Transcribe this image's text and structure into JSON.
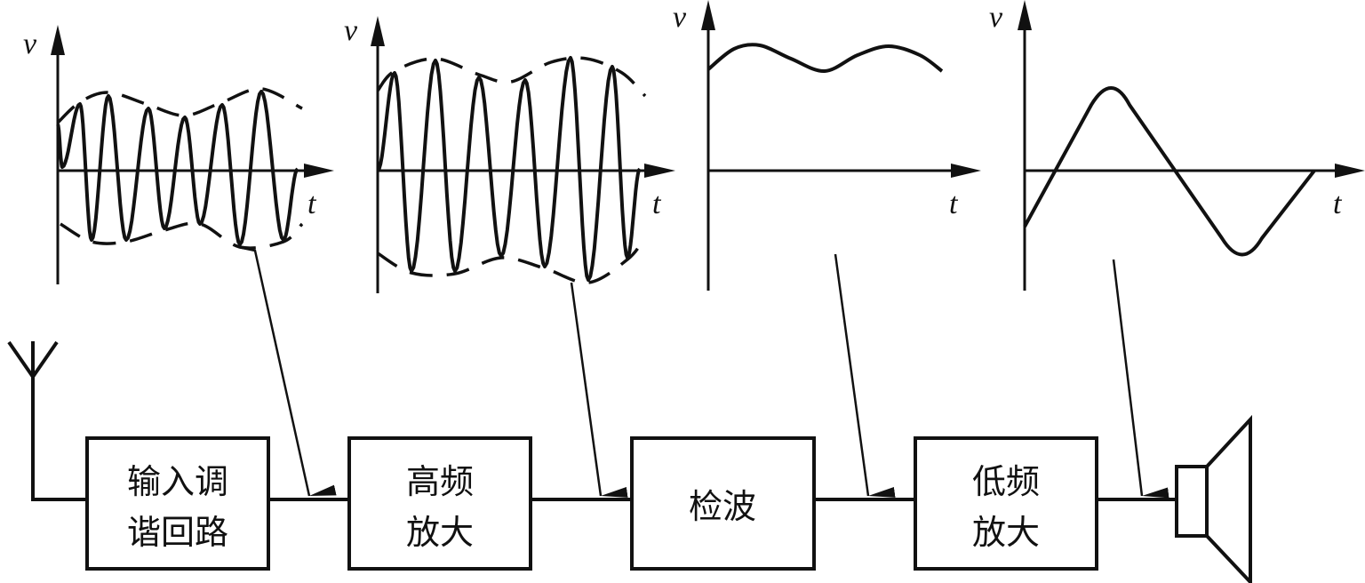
{
  "graphs": [
    {
      "id": "input-tuned-signal",
      "y_label": "v",
      "x_label": "t"
    },
    {
      "id": "rf-amplified-signal",
      "y_label": "v",
      "x_label": "t"
    },
    {
      "id": "detected-signal",
      "y_label": "v",
      "x_label": "t"
    },
    {
      "id": "audio-amplified-signal",
      "y_label": "v",
      "x_label": "t"
    }
  ],
  "blocks": [
    {
      "lines": [
        "输入调",
        "谐回路"
      ]
    },
    {
      "lines": [
        "高频",
        "放大"
      ]
    },
    {
      "lines": [
        "检波"
      ]
    },
    {
      "lines": [
        "低频",
        "放大"
      ]
    }
  ],
  "icons": {
    "antenna": "antenna-icon",
    "speaker": "speaker-icon"
  }
}
